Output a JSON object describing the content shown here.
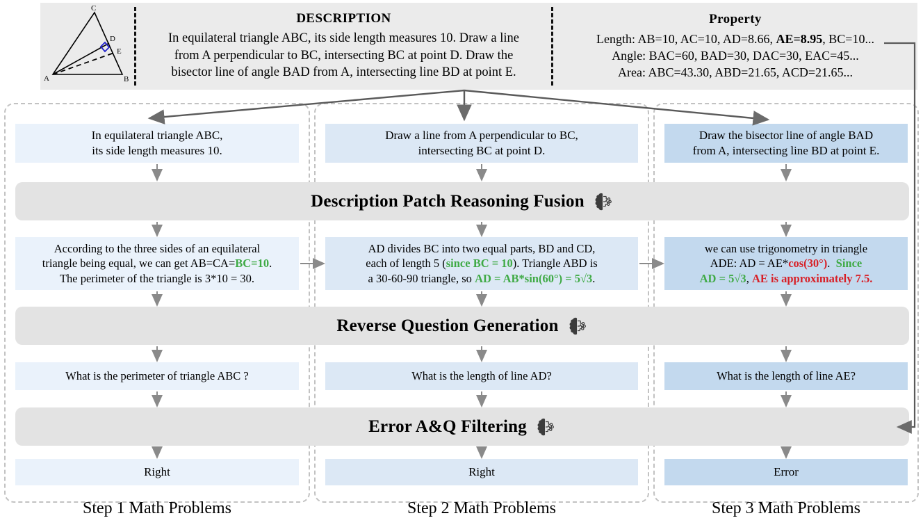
{
  "header": {
    "figure": {
      "name": "equilateral-triangle-diagram",
      "vertices": [
        "A",
        "B",
        "C",
        "D",
        "E"
      ],
      "right_angle_marker_color": "#2222cc"
    },
    "description": {
      "title": "DESCRIPTION",
      "lines": [
        "In equilateral triangle ABC, its side length measures 10. Draw a line",
        "from A perpendicular to BC, intersecting BC at point D. Draw the",
        "bisector line of angle BAD from A, intersecting line BD at point E."
      ]
    },
    "property": {
      "title": "Property",
      "length_label": "Length: AB=10, AC=10, AD=8.66, ",
      "length_highlight": "AE=8.95",
      "length_tail": ", BC=10...",
      "angle_line": "Angle:  BAC=60, BAD=30, DAC=30, EAC=45...",
      "area_line": "Area: ABC=43.30, ABD=21.65, ACD=21.65..."
    }
  },
  "banners": [
    {
      "label": "Description Patch Reasoning Fusion",
      "icon": "brain-icon"
    },
    {
      "label": "Reverse Question Generation",
      "icon": "brain-icon"
    },
    {
      "label": "Error A&Q Filtering",
      "icon": "brain-icon"
    }
  ],
  "columns": [
    {
      "caption": "Step 1 Math Problems",
      "patch": "In equilateral triangle ABC,\nits side length measures 10.",
      "reasoning": {
        "pre": "According to the three sides of an equilateral triangle being equal, we can get AB=CA=",
        "highlight_green": "BC=10",
        "mid": ". The perimeter of the triangle is 3*10 = 30.",
        "highlight_red": "",
        "post": ""
      },
      "question": "What is the perimeter of triangle ABC ?",
      "verdict": "Right",
      "tint": "#eaf2fb"
    },
    {
      "caption": "Step 2 Math Problems",
      "patch": "Draw a line from A perpendicular to BC,\nintersecting BC at point D.",
      "reasoning": {
        "pre": "AD divides BC into two equal parts, BD and CD, each of length 5 (",
        "highlight_green": "since BC = 10",
        "mid": "). Triangle ABD is a 30-60-90 triangle, so ",
        "highlight_green2": "AD = AB*sin(60°) = 5√3",
        "post": "."
      },
      "question": "What is the length of line AD?",
      "verdict": "Right",
      "tint": "#dce8f5"
    },
    {
      "caption": "Step 3 Math Problems",
      "patch": "Draw the bisector line of angle BAD\nfrom A, intersecting line BD at point E.",
      "reasoning": {
        "pre": "we can use trigonometry in triangle ADE: AD = AE*",
        "highlight_red": "cos(30°)",
        "mid": ".  ",
        "highlight_green": "Since AD = 5√3",
        "sep": ", ",
        "highlight_red2": "AE is approximately 7.5.",
        "post": ""
      },
      "question": "What is the length of line AE?",
      "verdict": "Error",
      "tint": "#c3d9ee"
    }
  ],
  "colors": {
    "green": "#3faa45",
    "red": "#d81f26",
    "banner_bg": "#e3e3e3",
    "header_bg": "#ebebeb",
    "tint1": "#eaf2fb",
    "tint2": "#dce8f5",
    "tint3": "#c3d9ee",
    "arrow": "#6b6b6b",
    "dash_border": "#c2c2c2"
  }
}
